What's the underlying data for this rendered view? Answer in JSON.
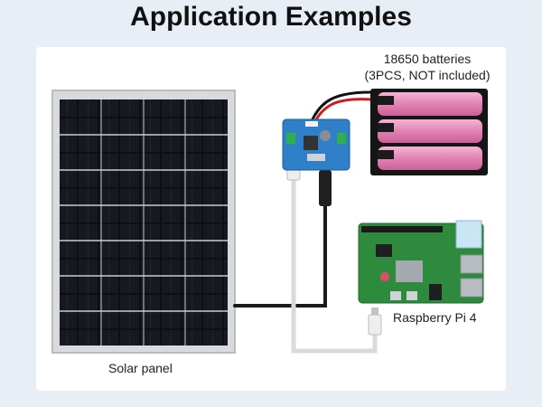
{
  "title": "Application Examples",
  "labels": {
    "batteries_line1": "18650 batteries",
    "batteries_line2": "(3PCS, NOT included)",
    "raspberry": "Raspberry Pi 4",
    "solar": "Solar panel"
  },
  "colors": {
    "background": "#e8eef5",
    "card": "#ffffff",
    "battery_pink": "#e48ab8",
    "pcb_blue": "#2f7fc9",
    "pi_green": "#2e8b3e"
  },
  "icons": [
    "solar-panel-image",
    "ups-board-image",
    "battery-pack-image",
    "raspberry-pi-image"
  ]
}
